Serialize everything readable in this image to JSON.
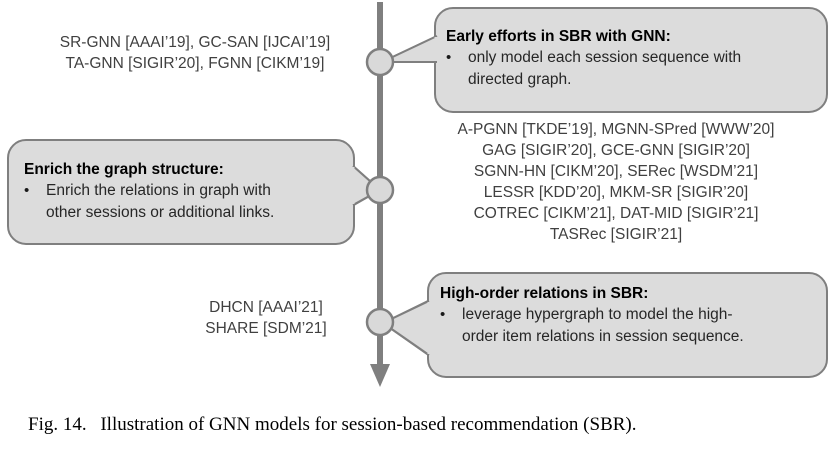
{
  "figure": {
    "caption_label": "Fig. 14.",
    "caption_text": "Illustration of GNN models for session-based recommendation (SBR)."
  },
  "colors": {
    "box_fill": "#DCDCDC",
    "box_border": "#7F7F7F",
    "axis": "#7F7F7F",
    "node_fill": "#D9D9D9",
    "node_border": "#7F7F7F",
    "text": "#404040",
    "title_text": "#000000"
  },
  "timeline": {
    "axis_label": "timeline-arrow",
    "nodes": [
      {
        "id": "node-early",
        "stage": "Early efforts in SBR with GNN"
      },
      {
        "id": "node-enrich",
        "stage": "Enrich the graph structure"
      },
      {
        "id": "node-highorder",
        "stage": "High-order relations in SBR"
      }
    ]
  },
  "model_groups": {
    "early": {
      "name": "early-efforts-models",
      "lines": [
        "SR-GNN [AAAI’19], GC-SAN [IJCAI’19]",
        "TA-GNN [SIGIR’20], FGNN [CIKM’19]"
      ]
    },
    "enrich": {
      "name": "enrich-graph-structure-models",
      "lines": [
        "A-PGNN [TKDE’19], MGNN-SPred [WWW’20]",
        "GAG [SIGIR’20], GCE-GNN [SIGIR’20]",
        "SGNN-HN [CIKM’20], SERec [WSDM’21]",
        "LESSR [KDD’20], MKM-SR [SIGIR’20]",
        "COTREC [CIKM’21], DAT-MID [SIGIR’21]",
        "TASRec [SIGIR’21]"
      ]
    },
    "highorder": {
      "name": "high-order-relations-models",
      "lines": [
        "DHCN [AAAI’21]",
        "SHARE [SDM’21]"
      ]
    }
  },
  "callouts": {
    "early": {
      "title": "Early efforts in SBR with GNN:",
      "bullet_marker": "•",
      "bullet_lines": [
        "only model each session sequence with",
        "directed graph."
      ]
    },
    "enrich": {
      "title": "Enrich the graph structure:",
      "bullet_marker": "•",
      "bullet_lines": [
        "Enrich the relations in graph with",
        "other sessions or additional links."
      ]
    },
    "highorder": {
      "title": "High-order relations in SBR:",
      "bullet_marker": "•",
      "bullet_lines": [
        "leverage hypergraph to model the high-",
        "order item relations in session sequence."
      ]
    }
  }
}
